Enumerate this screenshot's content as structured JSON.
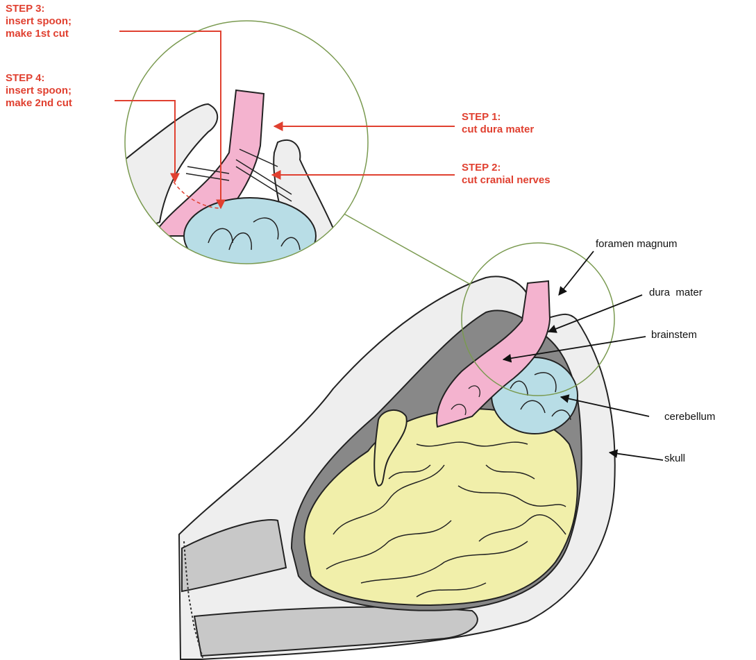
{
  "steps": [
    {
      "title": "STEP 1:",
      "desc": "cut dura mater"
    },
    {
      "title": "STEP 2:",
      "desc": "cut cranial nerves"
    },
    {
      "title": "STEP 3:",
      "desc_lines": [
        "insert spoon;",
        "make 1st cut"
      ]
    },
    {
      "title": "STEP 4:",
      "desc_lines": [
        "insert spoon;",
        "make 2nd cut"
      ]
    }
  ],
  "anatomy_labels": [
    "foramen magnum",
    "dura  mater",
    "brainstem",
    "cerebellum",
    "skull"
  ],
  "colors": {
    "step_text": "#e04030",
    "zoom_circle": "#7a9a50",
    "brainstem": "#f4b3cf",
    "cerebellum": "#b8dde6",
    "cerebrum": "#f1efaa",
    "dura": "#888888",
    "bone": "#c8c8c8",
    "skull_fill": "#eeeeee",
    "outline": "#222222"
  }
}
